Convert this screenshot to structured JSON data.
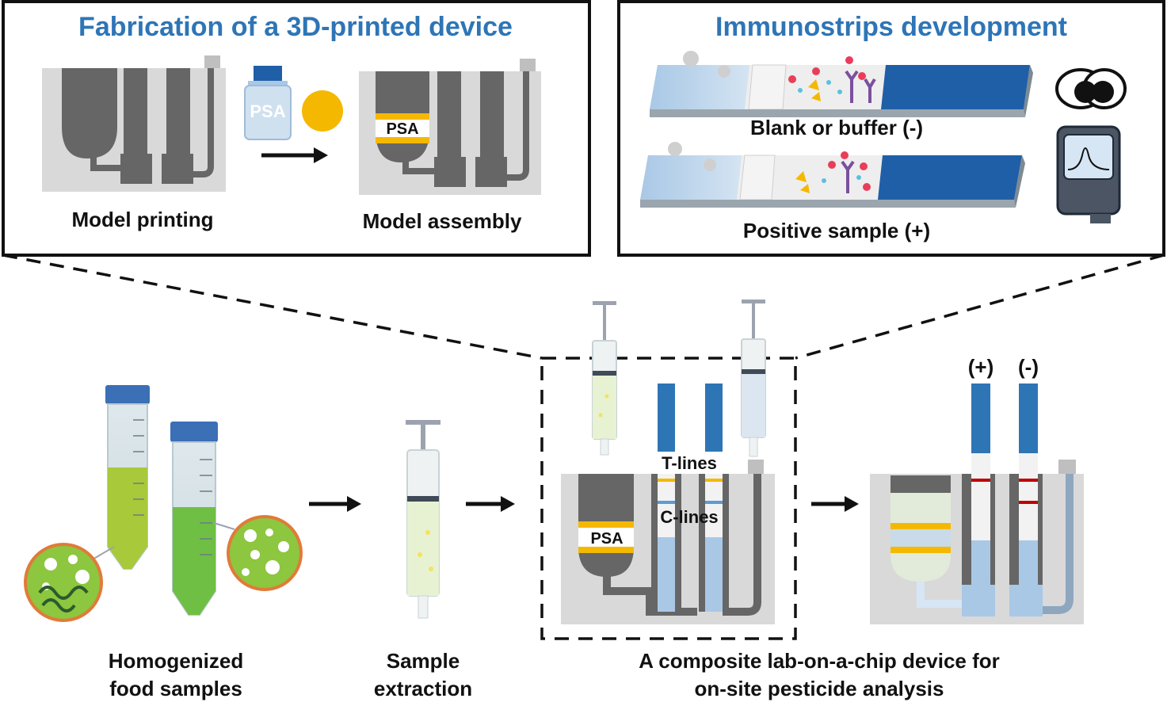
{
  "top_left_panel": {
    "title": "Fabrication of a 3D-printed device",
    "step1_label": "Model printing",
    "step2_label": "Model assembly",
    "bottle_label": "PSA",
    "band_label": "PSA"
  },
  "top_right_panel": {
    "title": "Immunostrips development",
    "strip1_label": "Blank or buffer (-)",
    "strip2_label": "Positive sample (+)"
  },
  "bottom": {
    "samples_label_line1": "Homogenized",
    "samples_label_line2": "food samples",
    "extraction_label_line1": "Sample",
    "extraction_label_line2": "extraction",
    "device_label_line1": "A composite lab-on-a-chip device for",
    "device_label_line2": "on-site pesticide analysis",
    "t_lines_label": "T-lines",
    "c_lines_label": "C-lines",
    "device_psa_label": "PSA",
    "positive_label": "(+)",
    "negative_label": "(-)"
  },
  "colors": {
    "title_blue": "#2e75b6",
    "strip_blue": "#2e75b6",
    "device_gray": "#d9d9d9",
    "dark_gray": "#666666",
    "yellow": "#f5b800",
    "red_line": "#c00000",
    "green_liquid": "#8dc63f"
  }
}
